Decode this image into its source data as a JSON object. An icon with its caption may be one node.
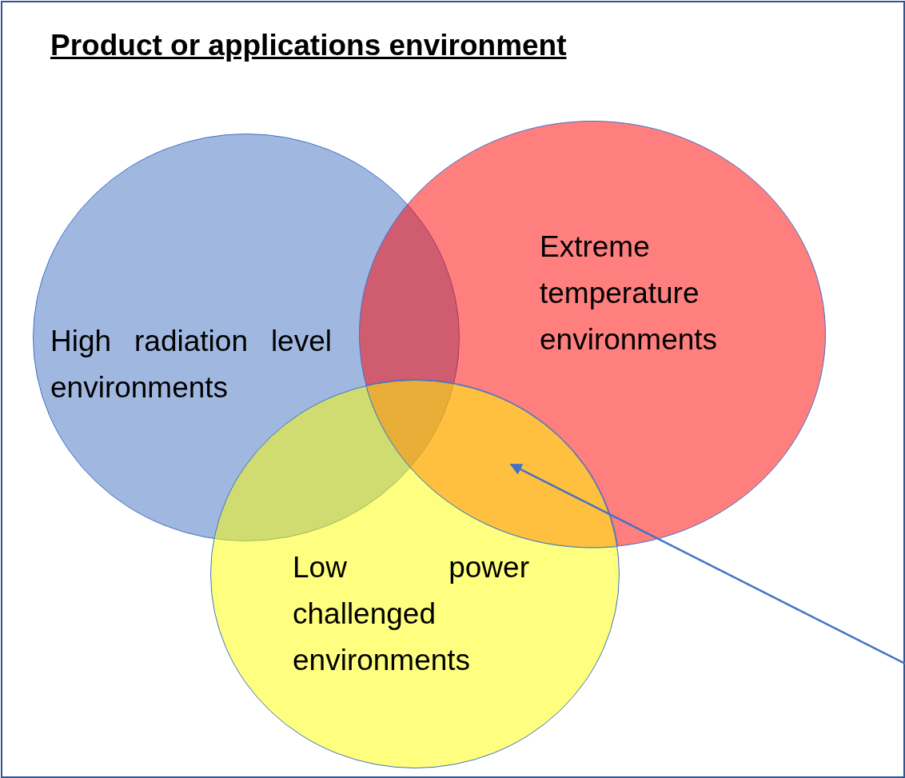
{
  "diagram": {
    "title": "Product or applications environment",
    "nodes": [
      {
        "text": [
          "High radiation level environments"
        ]
      },
      {
        "text": [
          "Extreme temperature environments"
        ]
      },
      {
        "text": [
          "Low power challenged environments"
        ]
      },
      {
        "text": [],
        "shape": "lens"
      }
    ],
    "edges": [
      {
        "from": null,
        "to": 3,
        "arrow": "to"
      }
    ]
  }
}
